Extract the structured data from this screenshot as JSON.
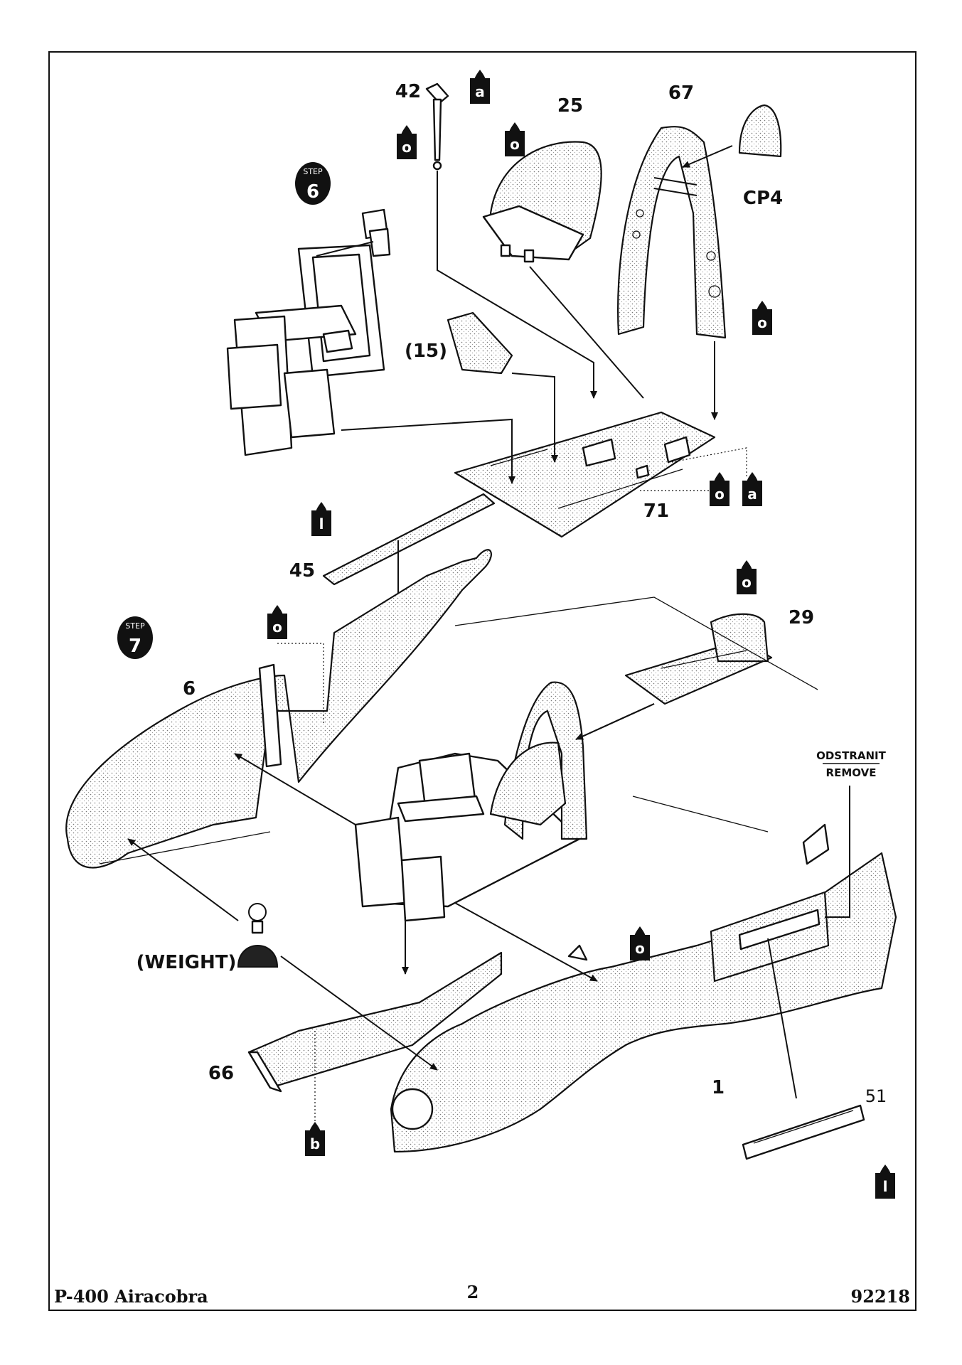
{
  "steps": [
    {
      "word": "STEP",
      "number": "6"
    },
    {
      "word": "STEP",
      "number": "7"
    }
  ],
  "part_labels": {
    "p42": "42",
    "p25": "25",
    "p67": "67",
    "cp4": "CP4",
    "p15": "(15)",
    "p71": "71",
    "p45": "45",
    "p29": "29",
    "p6": "6",
    "p66": "66",
    "p1": "1",
    "p51": "51",
    "weight": "(WEIGHT)"
  },
  "remove_note": {
    "line1": "ODSTRANIT",
    "line2": "REMOVE"
  },
  "paint_codes": {
    "o": "o",
    "a": "a",
    "l": "l",
    "b": "b"
  },
  "footer": {
    "model": "P-400 Airacobra",
    "page": "2",
    "code": "92218"
  }
}
